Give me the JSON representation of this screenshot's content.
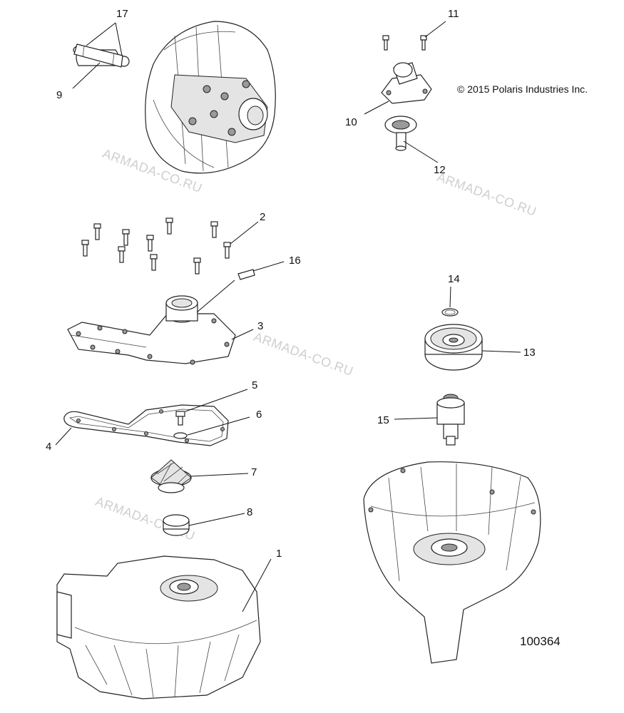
{
  "copyright": "© 2015 Polaris Industries Inc.",
  "diagram_id": "100364",
  "watermark": "ARMADA-CO.RU",
  "callouts": [
    {
      "id": "callout-1",
      "label": "1"
    },
    {
      "id": "callout-2",
      "label": "2"
    },
    {
      "id": "callout-3",
      "label": "3"
    },
    {
      "id": "callout-4",
      "label": "4"
    },
    {
      "id": "callout-5",
      "label": "5"
    },
    {
      "id": "callout-6",
      "label": "6"
    },
    {
      "id": "callout-7",
      "label": "7"
    },
    {
      "id": "callout-8",
      "label": "8"
    },
    {
      "id": "callout-9",
      "label": "9"
    },
    {
      "id": "callout-10",
      "label": "10"
    },
    {
      "id": "callout-11",
      "label": "11"
    },
    {
      "id": "callout-12",
      "label": "12"
    },
    {
      "id": "callout-13",
      "label": "13"
    },
    {
      "id": "callout-14",
      "label": "14"
    },
    {
      "id": "callout-15",
      "label": "15"
    },
    {
      "id": "callout-16",
      "label": "16"
    },
    {
      "id": "callout-17",
      "label": "17"
    }
  ]
}
